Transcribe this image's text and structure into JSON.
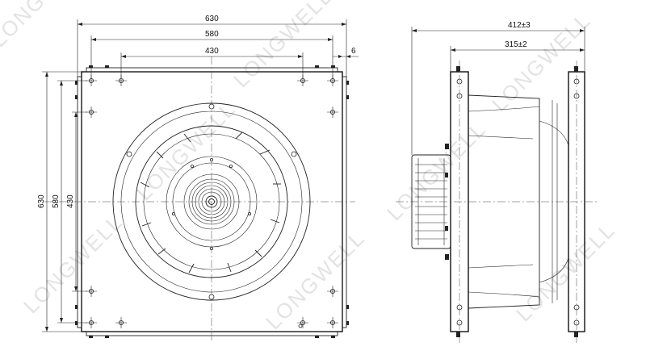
{
  "watermark": "LONGWELL",
  "front_view": {
    "width_overall": "630",
    "width_frame": "580",
    "width_holes": "430",
    "flange": "6",
    "height_overall": "630",
    "height_frame": "580",
    "height_holes": "430"
  },
  "side_view": {
    "depth_overall": "412±3",
    "depth_frame": "315±2"
  }
}
